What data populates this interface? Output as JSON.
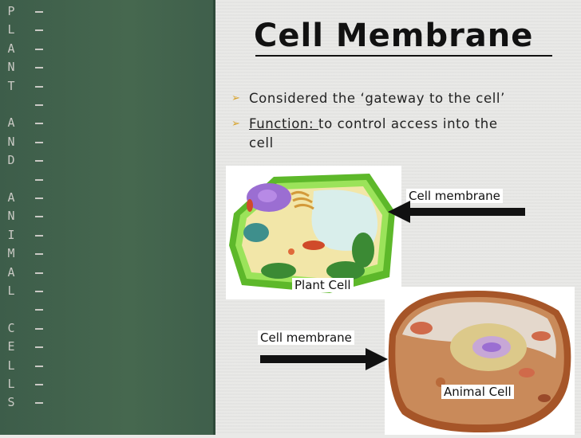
{
  "sidebar": {
    "letters": [
      "P",
      "L",
      "A",
      "N",
      "T",
      "",
      "A",
      "N",
      "D",
      "",
      "A",
      "N",
      "I",
      "M",
      "A",
      "L",
      "",
      "C",
      "E",
      "L",
      "L",
      "S"
    ]
  },
  "slide": {
    "title": "Cell Membrane",
    "bullets": [
      {
        "prefix": "",
        "text": "Considered the ‘gateway to the cell’"
      },
      {
        "prefix": "Function: ",
        "text": "to control access into the"
      },
      {
        "prefix": "",
        "text": "cell"
      }
    ]
  },
  "figures": {
    "plant_membrane_label": "Cell membrane",
    "plant_cell_label": "Plant Cell",
    "animal_membrane_label": "Cell membrane",
    "animal_cell_label": "Animal Cell"
  },
  "colors": {
    "sidebar_green": "#46684f",
    "bullet_arrow": "#d7a22a",
    "plant_wall": "#7fd23c",
    "animal_membrane": "#b4642c"
  },
  "icons": {
    "bullet": "arrow-right-icon",
    "pointer": "arrow-right-pointer"
  }
}
